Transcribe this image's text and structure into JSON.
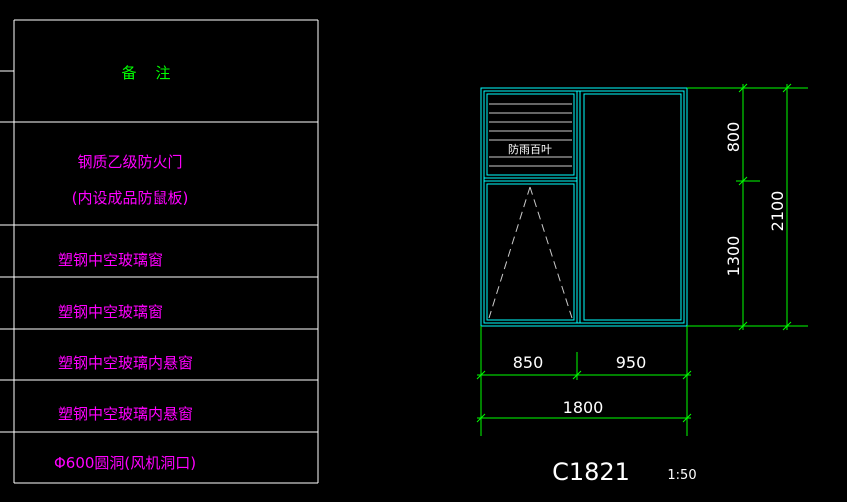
{
  "table": {
    "header": "备    注",
    "rows": [
      {
        "line1": "钢质乙级防火门",
        "line2": "(内设成品防鼠板)"
      },
      {
        "line1": "塑钢中空玻璃窗"
      },
      {
        "line1": "塑钢中空玻璃窗"
      },
      {
        "line1": "塑钢中空玻璃内悬窗"
      },
      {
        "line1": "塑钢中空玻璃内悬窗"
      },
      {
        "line1": "Φ600圆洞(风机洞口)"
      }
    ]
  },
  "drawing": {
    "louver_label": "防雨百叶",
    "dims_right": {
      "top": "800",
      "bottom": "1300",
      "total": "2100"
    },
    "dims_bottom": {
      "left": "850",
      "right": "950",
      "total": "1800"
    },
    "window_code": "C1821",
    "scale": "1:50"
  },
  "colors": {
    "background": "#000000",
    "table_lines": "#ffffff",
    "header_text": "#00ff00",
    "remark_text": "#ff00ff",
    "frame": "#00ffff",
    "dim_lines": "#00ff00",
    "dim_text": "#ffffff"
  }
}
